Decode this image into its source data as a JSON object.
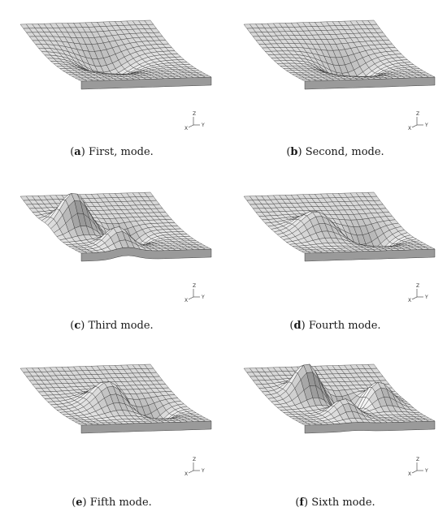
{
  "figure": {
    "panels": [
      {
        "letter": "a",
        "text": "First, mode.",
        "mode": 1
      },
      {
        "letter": "b",
        "text": "Second, mode.",
        "mode": 2
      },
      {
        "letter": "c",
        "text": "Third mode.",
        "mode": 3
      },
      {
        "letter": "d",
        "text": "Fourth mode.",
        "mode": 4
      },
      {
        "letter": "e",
        "text": "Fifth mode.",
        "mode": 5
      },
      {
        "letter": "f",
        "text": "Sixth mode.",
        "mode": 6
      }
    ],
    "axis_labels": {
      "z": "Z",
      "x": "X",
      "y": "Y"
    }
  }
}
